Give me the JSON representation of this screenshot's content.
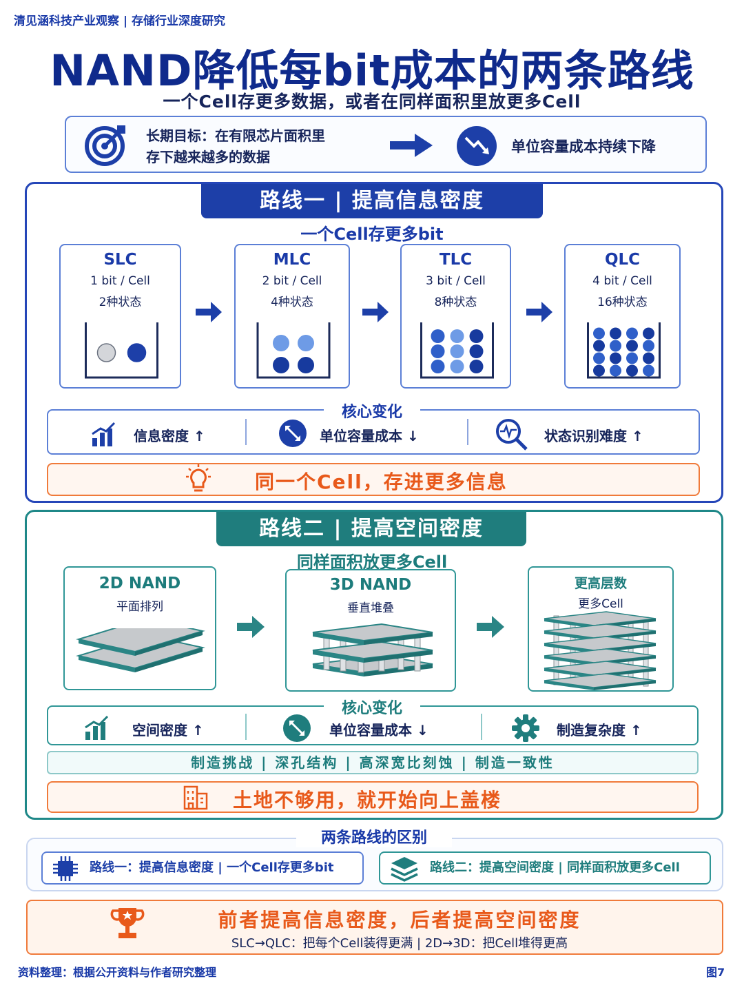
{
  "header": {
    "tag": "清见涵科技产业观察 | 存储行业深度研究"
  },
  "title": "NAND降低每bit成本的两条路线",
  "subtitle": "一个Cell存更多数据，或者在同样面积里放更多Cell",
  "goal": {
    "line1": "长期目标：在有限芯片面积里",
    "line2": "存下越来越多的数据",
    "result": "单位容量成本持续下降"
  },
  "route1": {
    "banner": "路线一 | 提高信息密度",
    "sub": "一个Cell存更多bit",
    "cards": [
      {
        "name": "SLC",
        "bits": "1 bit / Cell",
        "states": "2种状态",
        "count": 2
      },
      {
        "name": "MLC",
        "bits": "2 bit / Cell",
        "states": "4种状态",
        "count": 4
      },
      {
        "name": "TLC",
        "bits": "3 bit / Cell",
        "states": "8种状态",
        "count": 9
      },
      {
        "name": "QLC",
        "bits": "4 bit / Cell",
        "states": "16种状态",
        "count": 16
      }
    ],
    "core_title": "核心变化",
    "core": [
      "信息密度 ↑",
      "单位容量成本 ↓",
      "状态识别难度 ↑"
    ],
    "slogan": "同一个Cell，存进更多信息"
  },
  "route2": {
    "banner": "路线二 | 提高空间密度",
    "sub": "同样面积放更多Cell",
    "cards": [
      {
        "name": "2D NAND",
        "desc": "平面排列"
      },
      {
        "name": "3D NAND",
        "desc": "垂直堆叠"
      },
      {
        "name": "更高层数",
        "desc": "更多Cell"
      }
    ],
    "core_title": "核心变化",
    "core": [
      "空间密度 ↑",
      "单位容量成本 ↓",
      "制造复杂度 ↑"
    ],
    "challenges": "制造挑战 | 深孔结构 | 高深宽比刻蚀 | 制造一致性",
    "slogan": "土地不够用，就开始向上盖楼"
  },
  "diff": {
    "title": "两条路线的区别",
    "r1": "路线一：提高信息密度 | 一个Cell存更多bit",
    "r2": "路线二：提高空间密度 | 同样面积放更多Cell"
  },
  "conclusion": {
    "main": "前者提高信息密度，后者提高空间密度",
    "sub": "SLC→QLC：把每个Cell装得更满 | 2D→3D：把Cell堆得更高"
  },
  "footer": {
    "source": "资料整理：根据公开资料与作者研究整理",
    "fig": "图7"
  },
  "colors": {
    "blue": "#1d3fa8",
    "teal": "#1f7d7d",
    "orange": "#e8591a"
  }
}
